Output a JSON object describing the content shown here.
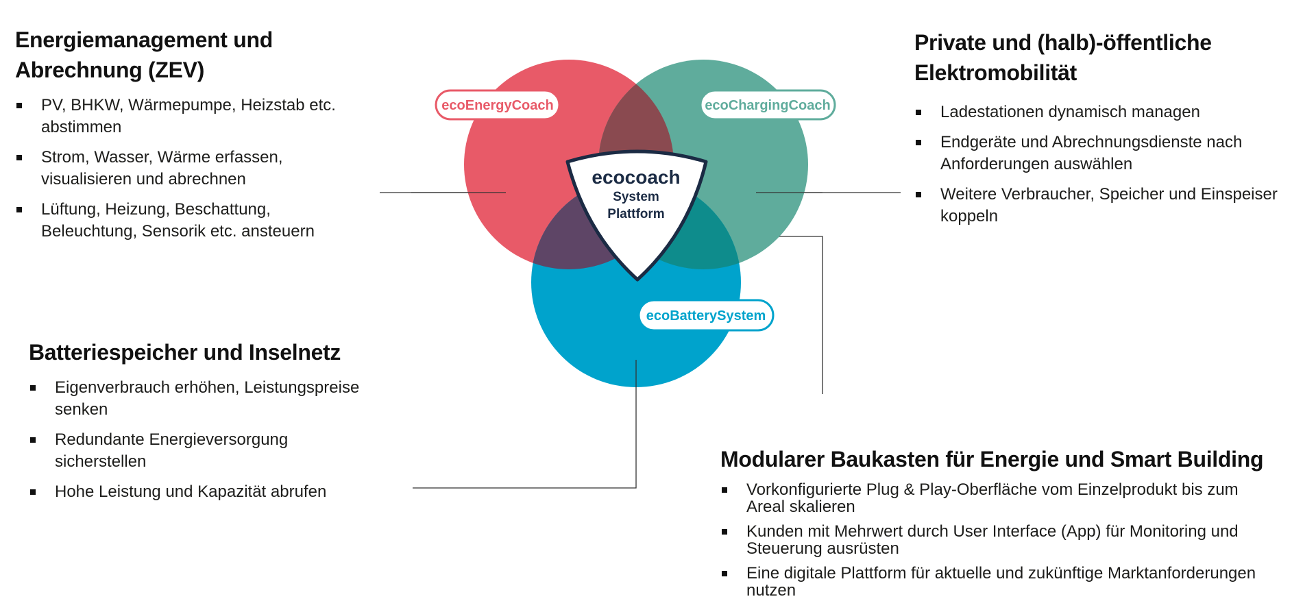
{
  "colors": {
    "energy": "#e85a68",
    "charging": "#5fac9c",
    "battery": "#00a3cc",
    "overlap_energy_charging": "#8a4a50",
    "overlap_energy_battery": "#5e4566",
    "overlap_charging_battery": "#0e8c8c",
    "shield_outline": "#1b2b44",
    "connector": "#333333"
  },
  "diagram": {
    "pills": {
      "energy": "ecoEnergyCoach",
      "charging": "ecoChargingCoach",
      "battery": "ecoBatterySystem"
    },
    "shield": {
      "title": "ecocoach",
      "line1": "System",
      "line2": "Plattform"
    }
  },
  "energy_block": {
    "title_line1": "Energiemanagement und",
    "title_line2": "Abrechnung (ZEV)",
    "items": [
      {
        "line1": "PV, BHKW, Wärmepumpe, Heizstab etc.",
        "line2": "abstimmen"
      },
      {
        "line1": "Strom, Wasser, Wärme erfassen,",
        "line2": "visualisieren und abrechnen"
      },
      {
        "line1": "Lüftung, Heizung, Beschattung,",
        "line2": "Beleuchtung, Sensorik etc. ansteuern"
      }
    ]
  },
  "mobility_block": {
    "title_line1": "Private und (halb)-öffentliche",
    "title_line2": "Elektromobilität",
    "items": [
      {
        "line1": "Ladestationen dynamisch managen",
        "line2": ""
      },
      {
        "line1": "Endgeräte und Abrechnungsdienste nach",
        "line2": "Anforderungen auswählen"
      },
      {
        "line1": "Weitere Verbraucher, Speicher und Einspeiser",
        "line2": "koppeln"
      }
    ]
  },
  "battery_block": {
    "title": "Batteriespeicher und Inselnetz",
    "items": [
      {
        "line1": "Eigenverbrauch erhöhen,  Leistungspreise",
        "line2": "senken"
      },
      {
        "line1": "Redundante Energieversorgung",
        "line2": "sicherstellen"
      },
      {
        "line1": "Hohe Leistung und  Kapazität abrufen",
        "line2": ""
      }
    ]
  },
  "modular_block": {
    "title": "Modularer Baukasten für Energie und Smart Building",
    "items": [
      {
        "line1": "Vorkonfigurierte Plug & Play-Oberfläche vom Einzelprodukt bis zum",
        "line2": "Areal skalieren"
      },
      {
        "line1": "Kunden mit Mehrwert durch User Interface (App) für Monitoring und",
        "line2": "Steuerung ausrüsten"
      },
      {
        "line1": "Eine digitale Plattform für aktuelle und zukünftige Marktanforderungen",
        "line2": "nutzen"
      }
    ]
  }
}
